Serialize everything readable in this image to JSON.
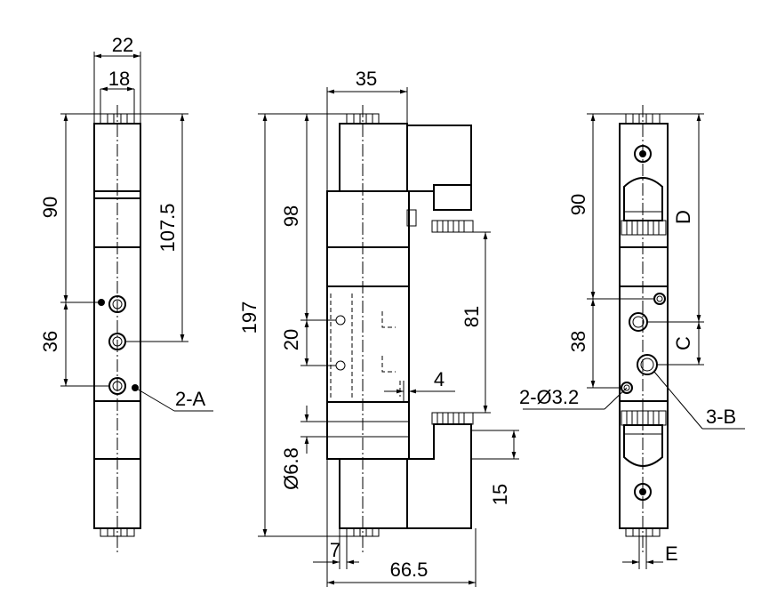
{
  "colors": {
    "line": "#000000",
    "background": "#ffffff"
  },
  "left_view": {
    "dim_width_outer": "22",
    "dim_width_inner": "18",
    "dim_upper_height": "90",
    "dim_lower_height": "36",
    "dim_right_height": "107.5",
    "callout_holes": "2-A"
  },
  "center_view": {
    "dim_top_width": "35",
    "dim_total_height": "197",
    "dim_coil_height": "98",
    "dim_port_pitch": "20",
    "dim_port_diameter": "Ø6.8",
    "dim_connector_spacing": "81",
    "dim_offset": "4",
    "dim_connector_height": "15",
    "dim_edge_offset": "7",
    "dim_total_width": "66.5"
  },
  "right_view": {
    "dim_upper_height": "90",
    "dim_lower_height": "38",
    "dim_d": "D",
    "dim_c": "C",
    "dim_e": "E",
    "callout_mount_holes": "2-Ø3.2",
    "callout_ports": "3-B"
  }
}
